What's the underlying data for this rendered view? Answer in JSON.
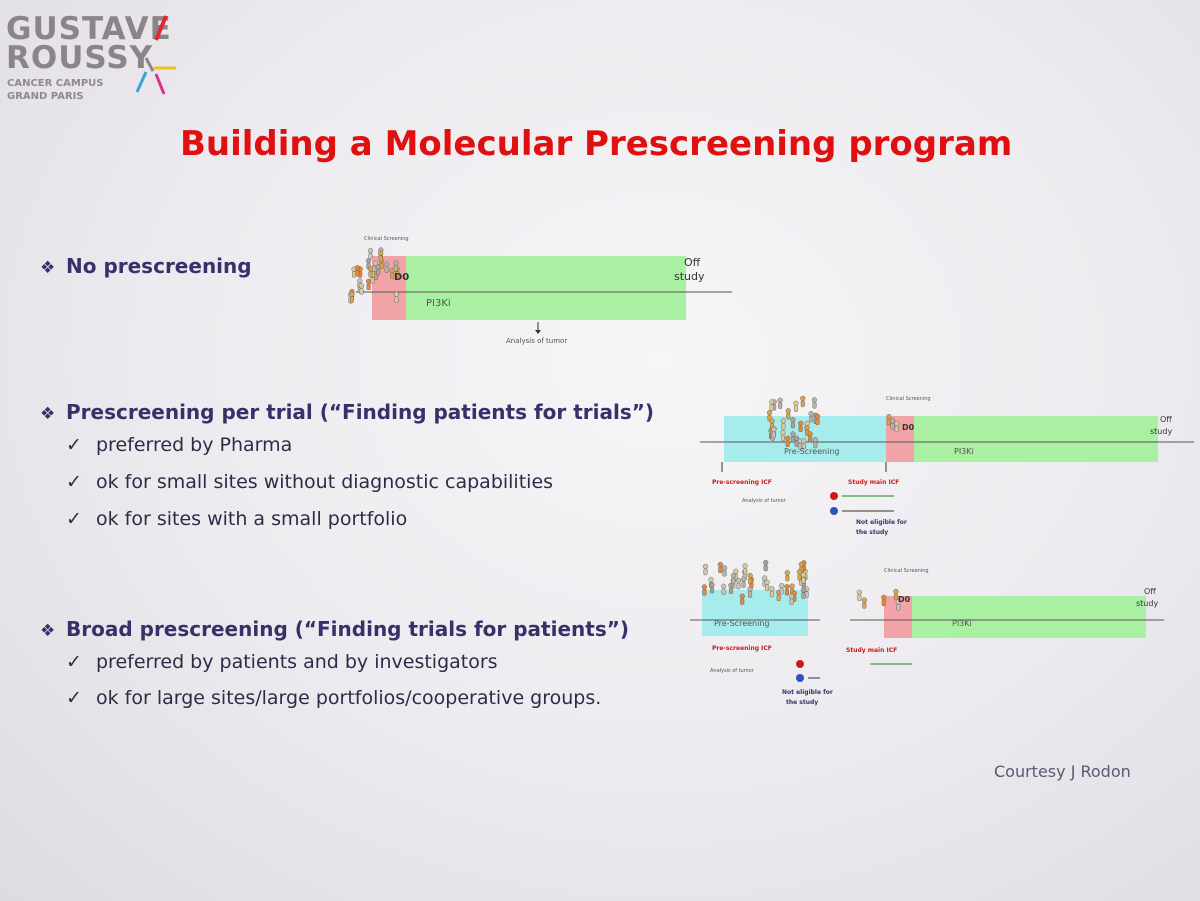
{
  "logo": {
    "line1": "GUSTAVE",
    "line2": "ROUSSY",
    "sub1": "CANCER CAMPUS",
    "sub2": "GRAND PARIS"
  },
  "title": "Building a Molecular Prescreening program",
  "bullets": [
    {
      "heading": "No prescreening",
      "items": []
    },
    {
      "heading": "Prescreening per trial (“Finding patients for trials”)",
      "items": [
        "preferred by Pharma",
        "ok for small sites without diagnostic capabilities",
        "ok for sites with a small portfolio"
      ]
    },
    {
      "heading": "Broad prescreening (“Finding trials for patients”)",
      "items": [
        "preferred by patients and by investigators",
        "ok for large sites/large portfolios/cooperative groups."
      ]
    }
  ],
  "diagram1": {
    "clinical_screening": "Clinical Screening",
    "d0": "D0",
    "off": "Off",
    "study": "study",
    "drug": "PI3Ki",
    "analysis": "Analysis of tumor"
  },
  "diagram2": {
    "clinical_screening": "Clinical Screening",
    "prescreening": "Pre-Screening",
    "d0": "D0",
    "off": "Off",
    "study": "study",
    "drug": "PI3Ki",
    "prescreening_icf": "Pre-screening ICF",
    "study_icf": "Study main ICF",
    "analysis": "Analysis of tumor",
    "not_eligible1": "Not eligible for",
    "not_eligible2": "the study"
  },
  "diagram3": {
    "clinical_screening": "Clinical Screening",
    "prescreening": "Pre-Screening",
    "d0": "D0",
    "off": "Off",
    "study": "study",
    "drug": "PI3Ki",
    "prescreening_icf": "Pre-screening ICF",
    "study_icf": "Study main ICF",
    "analysis": "Analysis of tumor",
    "not_eligible1": "Not eligible for",
    "not_eligible2": "the study"
  },
  "courtesy": "Courtesy J Rodon",
  "colors": {
    "title": "#e01010",
    "bullet": "#3b2f6a",
    "screening_red": "#f2a3a8",
    "treatment_green": "#a9f0a2",
    "prescreening_cyan": "#a6ecec"
  }
}
